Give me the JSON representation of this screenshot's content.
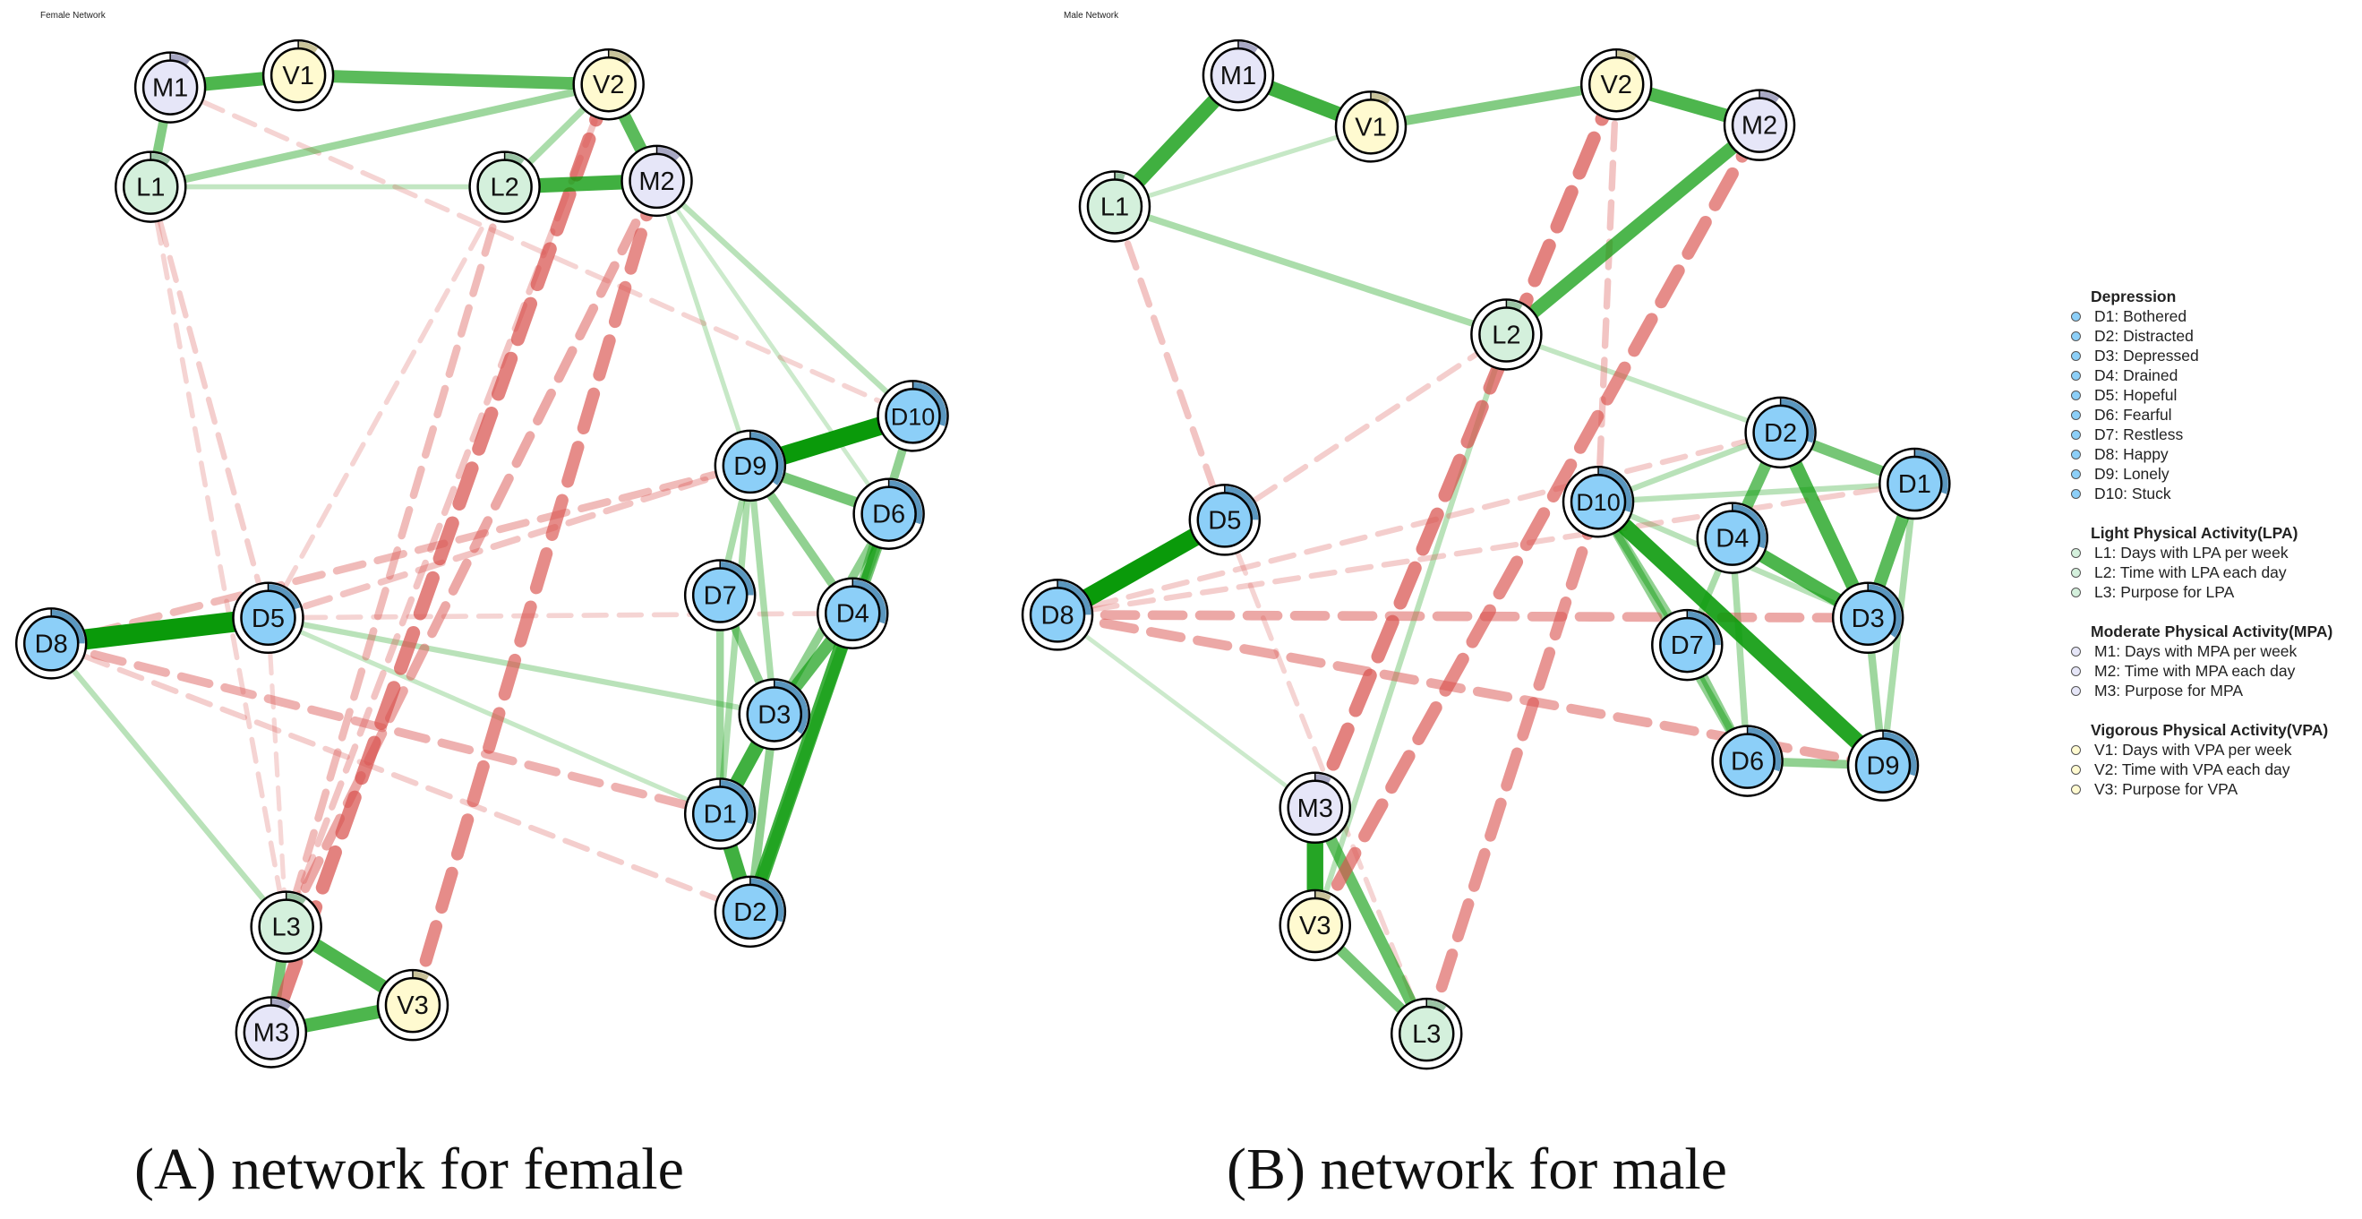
{
  "panels": [
    {
      "id": "female",
      "title": "Female Network",
      "caption": "(A) network for female",
      "edges": [
        [
          "M1",
          "V1",
          0.55
        ],
        [
          "V1",
          "V2",
          0.5
        ],
        [
          "M1",
          "L1",
          0.35
        ],
        [
          "L1",
          "V2",
          0.25
        ],
        [
          "V2",
          "L2",
          0.2
        ],
        [
          "L2",
          "M2",
          0.6
        ],
        [
          "V2",
          "M2",
          0.5
        ],
        [
          "L1",
          "L2",
          0.12
        ],
        [
          "M2",
          "D10",
          0.15
        ],
        [
          "M2",
          "D9",
          0.1
        ],
        [
          "M2",
          "D6",
          0.08
        ],
        [
          "D9",
          "D10",
          0.8
        ],
        [
          "D9",
          "D6",
          0.4
        ],
        [
          "D9",
          "D7",
          0.2
        ],
        [
          "D9",
          "D3",
          0.2
        ],
        [
          "D9",
          "D1",
          0.2
        ],
        [
          "D9",
          "D4",
          0.3
        ],
        [
          "D10",
          "D4",
          0.3
        ],
        [
          "D6",
          "D4",
          0.3
        ],
        [
          "D6",
          "D3",
          0.3
        ],
        [
          "D6",
          "D2",
          0.4
        ],
        [
          "D4",
          "D3",
          0.5
        ],
        [
          "D4",
          "D2",
          0.6
        ],
        [
          "D3",
          "D1",
          0.6
        ],
        [
          "D1",
          "D2",
          0.6
        ],
        [
          "D7",
          "D3",
          0.3
        ],
        [
          "D7",
          "D1",
          0.25
        ],
        [
          "D3",
          "D2",
          0.3
        ],
        [
          "D8",
          "D5",
          0.9
        ],
        [
          "D5",
          "D3",
          0.15
        ],
        [
          "D8",
          "L3",
          0.15
        ],
        [
          "D5",
          "D1",
          0.1
        ],
        [
          "L3",
          "V3",
          0.55
        ],
        [
          "L3",
          "M3",
          0.4
        ],
        [
          "M3",
          "V3",
          0.55
        ],
        [
          "V2",
          "M3",
          -0.55
        ],
        [
          "M2",
          "V3",
          -0.5
        ],
        [
          "M2",
          "L3",
          -0.35
        ],
        [
          "L2",
          "L3",
          -0.25
        ],
        [
          "V2",
          "L3",
          -0.2
        ],
        [
          "D8",
          "D9",
          -0.25
        ],
        [
          "D5",
          "D9",
          -0.2
        ],
        [
          "D8",
          "D1",
          -0.3
        ],
        [
          "D8",
          "D2",
          -0.15
        ],
        [
          "L1",
          "D5",
          -0.15
        ],
        [
          "L1",
          "L3",
          -0.12
        ],
        [
          "M1",
          "D10",
          -0.12
        ],
        [
          "D5",
          "D4",
          -0.12
        ],
        [
          "D5",
          "L2",
          -0.12
        ],
        [
          "D5",
          "L3",
          -0.1
        ]
      ]
    },
    {
      "id": "male",
      "title": "Male Network",
      "caption": "(B) network for male",
      "edges": [
        [
          "M1",
          "V1",
          0.6
        ],
        [
          "M1",
          "L1",
          0.6
        ],
        [
          "V1",
          "V2",
          0.35
        ],
        [
          "V2",
          "M2",
          0.55
        ],
        [
          "M2",
          "L2",
          0.55
        ],
        [
          "L1",
          "L2",
          0.2
        ],
        [
          "L1",
          "V1",
          0.1
        ],
        [
          "D8",
          "D5",
          0.8
        ],
        [
          "D10",
          "D9",
          0.7
        ],
        [
          "D2",
          "D1",
          0.4
        ],
        [
          "D2",
          "D3",
          0.55
        ],
        [
          "D4",
          "D3",
          0.55
        ],
        [
          "D1",
          "D3",
          0.5
        ],
        [
          "D4",
          "D2",
          0.45
        ],
        [
          "D10",
          "D7",
          0.3
        ],
        [
          "D10",
          "D6",
          0.3
        ],
        [
          "D7",
          "D6",
          0.3
        ],
        [
          "D6",
          "D9",
          0.3
        ],
        [
          "D9",
          "D3",
          0.25
        ],
        [
          "D9",
          "D1",
          0.2
        ],
        [
          "D4",
          "D7",
          0.2
        ],
        [
          "D10",
          "D2",
          0.15
        ],
        [
          "D10",
          "D1",
          0.15
        ],
        [
          "D10",
          "D3",
          0.15
        ],
        [
          "L2",
          "D2",
          0.12
        ],
        [
          "D4",
          "D6",
          0.2
        ],
        [
          "M3",
          "V3",
          0.7
        ],
        [
          "M3",
          "L3",
          0.45
        ],
        [
          "V3",
          "L3",
          0.4
        ],
        [
          "L2",
          "V3",
          0.15
        ],
        [
          "D8",
          "M3",
          0.08
        ],
        [
          "V2",
          "M3",
          -0.55
        ],
        [
          "M2",
          "V3",
          -0.5
        ],
        [
          "D10",
          "L3",
          -0.45
        ],
        [
          "V2",
          "D10",
          -0.2
        ],
        [
          "D8",
          "D3",
          -0.35
        ],
        [
          "D8",
          "D9",
          -0.35
        ],
        [
          "D8",
          "D1",
          -0.15
        ],
        [
          "D8",
          "D2",
          -0.15
        ],
        [
          "L1",
          "D5",
          -0.2
        ],
        [
          "D5",
          "L3",
          -0.12
        ],
        [
          "D5",
          "L2",
          -0.15
        ]
      ]
    }
  ],
  "nodes": {
    "D1": {
      "label": "D1",
      "group": "D",
      "pred": [
        0.3,
        0.3
      ]
    },
    "D2": {
      "label": "D2",
      "group": "D",
      "pred": [
        0.3,
        0.3
      ]
    },
    "D3": {
      "label": "D3",
      "group": "D",
      "pred": [
        0.35,
        0.35
      ]
    },
    "D4": {
      "label": "D4",
      "group": "D",
      "pred": [
        0.3,
        0.3
      ]
    },
    "D5": {
      "label": "D5",
      "group": "D",
      "pred": [
        0.2,
        0.25
      ]
    },
    "D6": {
      "label": "D6",
      "group": "D",
      "pred": [
        0.3,
        0.3
      ]
    },
    "D7": {
      "label": "D7",
      "group": "D",
      "pred": [
        0.25,
        0.25
      ]
    },
    "D8": {
      "label": "D8",
      "group": "D",
      "pred": [
        0.25,
        0.25
      ]
    },
    "D9": {
      "label": "D9",
      "group": "D",
      "pred": [
        0.35,
        0.3
      ]
    },
    "D10": {
      "label": "D10",
      "group": "D",
      "pred": [
        0.3,
        0.3
      ]
    },
    "L1": {
      "label": "L1",
      "group": "L",
      "pred": [
        0.1,
        0.05
      ]
    },
    "L2": {
      "label": "L2",
      "group": "L",
      "pred": [
        0.1,
        0.08
      ]
    },
    "L3": {
      "label": "L3",
      "group": "L",
      "pred": [
        0.1,
        0.1
      ]
    },
    "M1": {
      "label": "M1",
      "group": "M",
      "pred": [
        0.1,
        0.1
      ]
    },
    "M2": {
      "label": "M2",
      "group": "M",
      "pred": [
        0.12,
        0.1
      ]
    },
    "M3": {
      "label": "M3",
      "group": "M",
      "pred": [
        0.1,
        0.08
      ]
    },
    "V1": {
      "label": "V1",
      "group": "V",
      "pred": [
        0.1,
        0.1
      ]
    },
    "V2": {
      "label": "V2",
      "group": "V",
      "pred": [
        0.12,
        0.1
      ]
    },
    "V3": {
      "label": "V3",
      "group": "V",
      "pred": [
        0.08,
        0.08
      ]
    }
  },
  "colors": {
    "D": {
      "fill": "#8ccff8",
      "ring": "#5b97bf"
    },
    "L": {
      "fill": "#d4f0dc",
      "ring": "#9bc4a5"
    },
    "M": {
      "fill": "#e6e6f8",
      "ring": "#a8a8c4"
    },
    "V": {
      "fill": "#fffad0",
      "ring": "#c9c39a"
    },
    "positive": "#0a9a0a",
    "negative": "#d9534f"
  },
  "legend": [
    {
      "title": "Depression",
      "group": "D",
      "items": [
        "D1: Bothered",
        "D2: Distracted",
        "D3: Depressed",
        "D4: Drained",
        "D5: Hopeful",
        "D6: Fearful",
        "D7: Restless",
        "D8: Happy",
        "D9: Lonely",
        "D10: Stuck"
      ]
    },
    {
      "title": "Light Physical Activity(LPA)",
      "group": "L",
      "items": [
        "L1: Days with LPA per week",
        "L2: Time with LPA each day",
        "L3: Purpose for LPA"
      ]
    },
    {
      "title": "Moderate Physical Activity(MPA)",
      "group": "M",
      "items": [
        "M1: Days with MPA per week",
        "M2: Time with MPA each day",
        "M3: Purpose for MPA"
      ]
    },
    {
      "title": "Vigorous Physical Activity(VPA)",
      "group": "V",
      "items": [
        "V1: Days with VPA per week",
        "V2: Time with VPA each day",
        "V3: Purpose for VPA"
      ]
    }
  ]
}
